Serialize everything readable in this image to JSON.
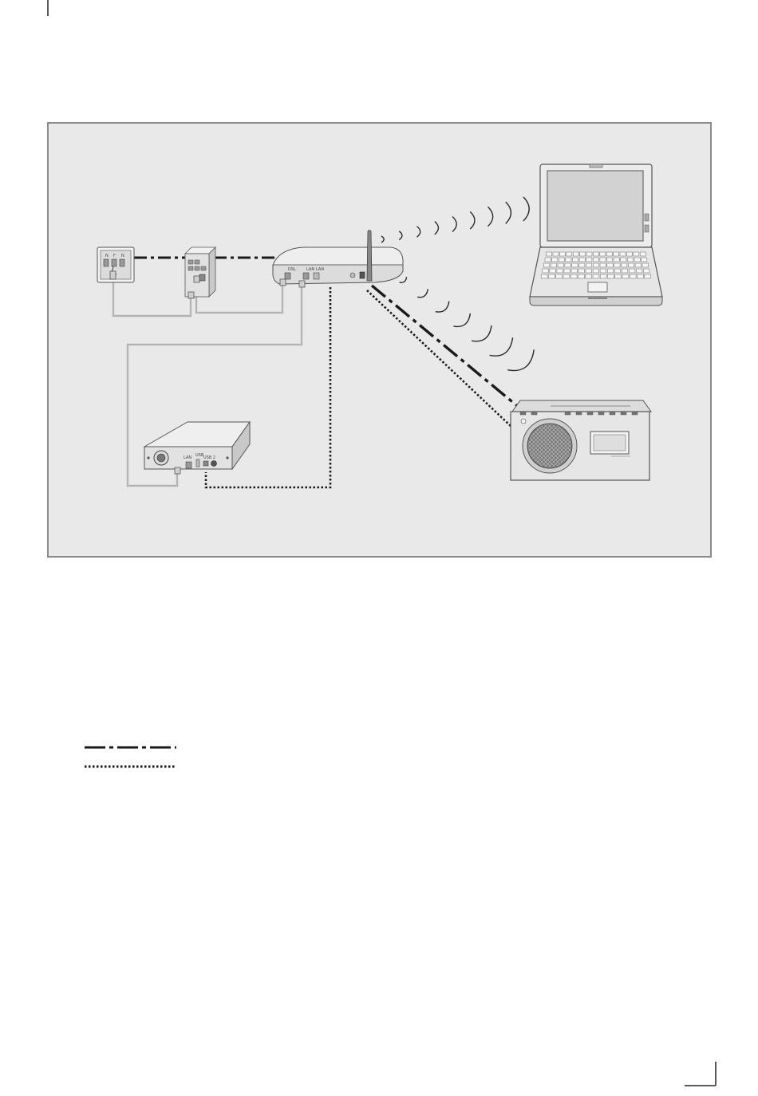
{
  "figure": {
    "kind": "network-connection-diagram",
    "devices": [
      {
        "id": "wall-socket",
        "icon": "phone-wall-socket-icon",
        "port_labels": [
          "N",
          "F",
          "N"
        ]
      },
      {
        "id": "splitter",
        "icon": "dsl-splitter-icon"
      },
      {
        "id": "router",
        "icon": "wireless-router-icon",
        "port_labels": [
          "DSL",
          "LAN",
          "LAN"
        ]
      },
      {
        "id": "laptop",
        "icon": "laptop-icon"
      },
      {
        "id": "radio",
        "icon": "internet-radio-icon"
      },
      {
        "id": "nas",
        "icon": "network-storage-icon",
        "port_labels": [
          "LAN",
          "USB",
          "USB 2"
        ]
      }
    ],
    "wireless_links": [
      "router-to-laptop",
      "router-to-radio"
    ],
    "cable_styles": {
      "dash_dot": "dash-dot line",
      "dotted": "dotted line"
    }
  },
  "colors": {
    "panel_background": "#e9e9e9",
    "panel_border": "#8a8a8a",
    "device_fill": "#e3e3e3",
    "device_stroke": "#555555",
    "cable_gray": "#8a8a8a",
    "line_dark": "#1a1a1a"
  }
}
